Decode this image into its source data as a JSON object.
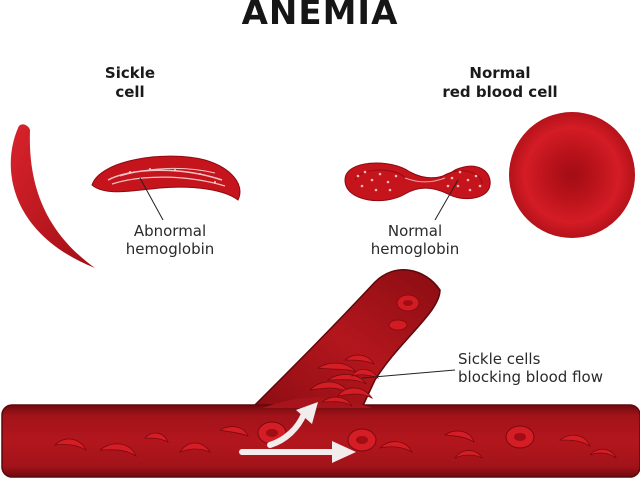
{
  "title": "ANEMIA",
  "headings": {
    "sickle_line1": "Sickle",
    "sickle_line2": "cell",
    "normal_line1": "Normal",
    "normal_line2": "red blood cell"
  },
  "labels": {
    "abnormal_line1": "Abnormal",
    "abnormal_line2": "hemoglobin",
    "normal_line1": "Normal",
    "normal_line2": "hemoglobin",
    "blocking_line1": "Sickle cells",
    "blocking_line2": "blocking blood flow"
  },
  "colors": {
    "cell": "#c8141c",
    "cell_dark": "#8e0a10",
    "vessel": "#8a0d12",
    "vessel_inner": "#a8141b",
    "arrow": "#f2ecec"
  }
}
